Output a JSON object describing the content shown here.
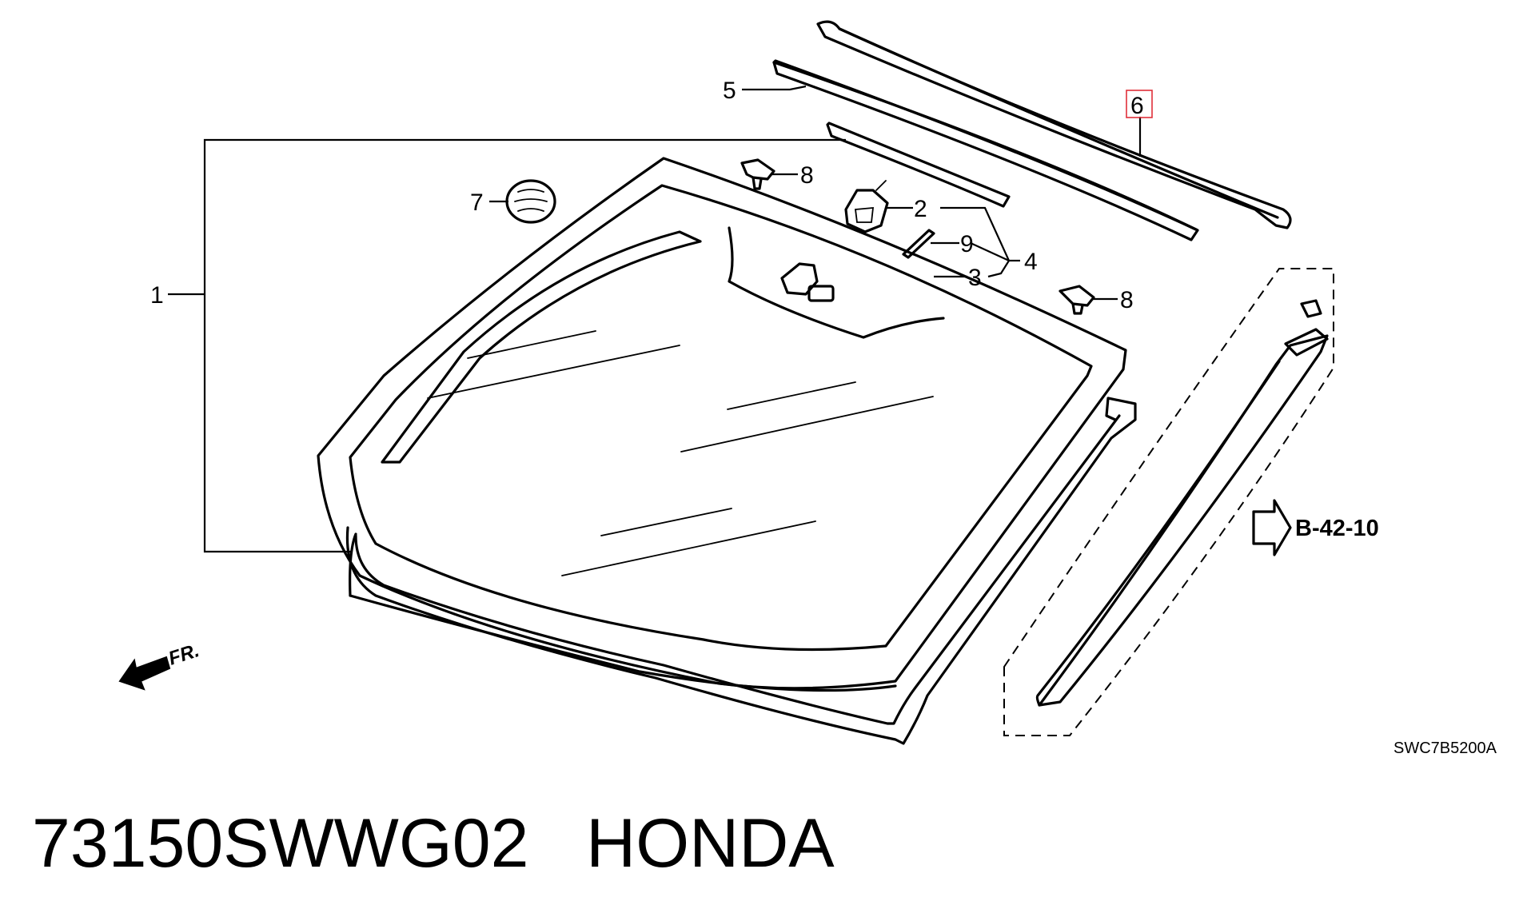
{
  "callouts": [
    {
      "id": "1",
      "label": "1"
    },
    {
      "id": "2",
      "label": "2"
    },
    {
      "id": "3",
      "label": "3"
    },
    {
      "id": "4",
      "label": "4"
    },
    {
      "id": "5",
      "label": "5"
    },
    {
      "id": "6",
      "label": "6",
      "highlighted": true
    },
    {
      "id": "7",
      "label": "7"
    },
    {
      "id": "8a",
      "label": "8"
    },
    {
      "id": "8b",
      "label": "8"
    },
    {
      "id": "9",
      "label": "9"
    }
  ],
  "reference": {
    "label": "B-42-10"
  },
  "direction": {
    "label": "FR."
  },
  "diagram_code": "SWC7B5200A",
  "caption": {
    "part_number": "73150SWWG02",
    "brand": "HONDA"
  },
  "colors": {
    "highlight_box": "#e0303a",
    "line": "#000000"
  }
}
